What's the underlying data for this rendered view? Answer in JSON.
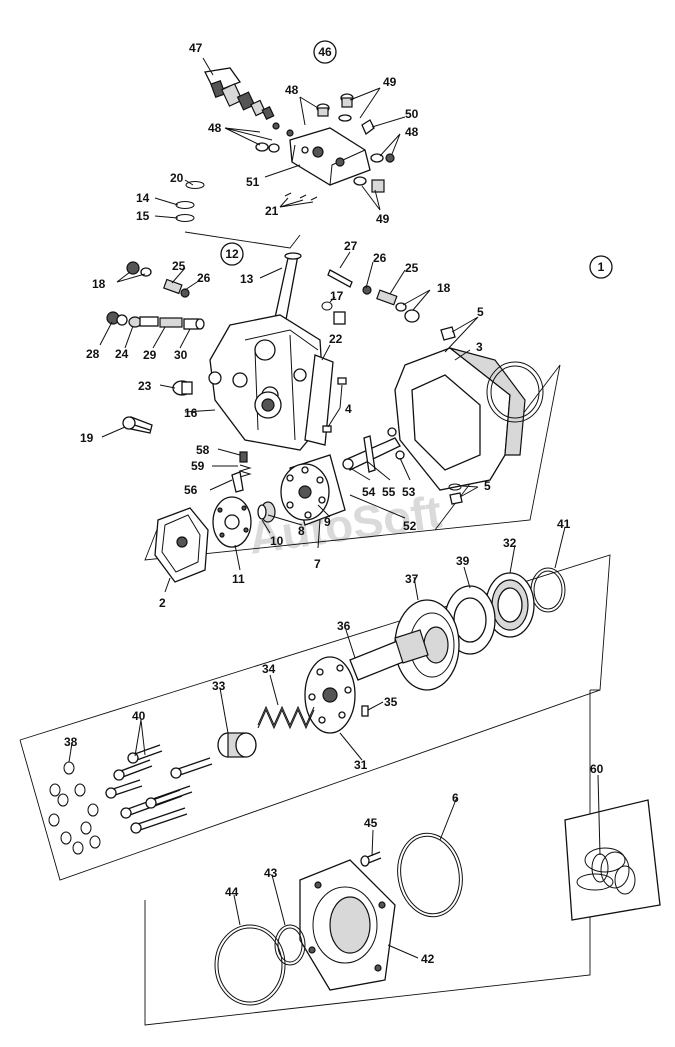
{
  "watermark": "AutoSoft",
  "group_callouts": [
    {
      "id": "46",
      "label": "46"
    },
    {
      "id": "12",
      "label": "12"
    },
    {
      "id": "1",
      "label": "1"
    }
  ],
  "part_labels": [
    {
      "id": "p47",
      "text": "47"
    },
    {
      "id": "p48a",
      "text": "48"
    },
    {
      "id": "p49a",
      "text": "49"
    },
    {
      "id": "p50",
      "text": "50"
    },
    {
      "id": "p48b",
      "text": "48"
    },
    {
      "id": "p48c",
      "text": "48"
    },
    {
      "id": "p51",
      "text": "51"
    },
    {
      "id": "p20",
      "text": "20"
    },
    {
      "id": "p14",
      "text": "14"
    },
    {
      "id": "p15",
      "text": "15"
    },
    {
      "id": "p21",
      "text": "21"
    },
    {
      "id": "p49b",
      "text": "49"
    },
    {
      "id": "p27",
      "text": "27"
    },
    {
      "id": "p25a",
      "text": "25"
    },
    {
      "id": "p26a",
      "text": "26"
    },
    {
      "id": "p26b",
      "text": "26"
    },
    {
      "id": "p25b",
      "text": "25"
    },
    {
      "id": "p18a",
      "text": "18"
    },
    {
      "id": "p13",
      "text": "13"
    },
    {
      "id": "p17",
      "text": "17"
    },
    {
      "id": "p18b",
      "text": "18"
    },
    {
      "id": "p5a",
      "text": "5"
    },
    {
      "id": "p28",
      "text": "28"
    },
    {
      "id": "p24",
      "text": "24"
    },
    {
      "id": "p29",
      "text": "29"
    },
    {
      "id": "p30",
      "text": "30"
    },
    {
      "id": "p22",
      "text": "22"
    },
    {
      "id": "p3",
      "text": "3"
    },
    {
      "id": "p23",
      "text": "23"
    },
    {
      "id": "p4",
      "text": "4"
    },
    {
      "id": "p16",
      "text": "16"
    },
    {
      "id": "p19",
      "text": "19"
    },
    {
      "id": "p58",
      "text": "58"
    },
    {
      "id": "p59",
      "text": "59"
    },
    {
      "id": "p56",
      "text": "56"
    },
    {
      "id": "p54",
      "text": "54"
    },
    {
      "id": "p55",
      "text": "55"
    },
    {
      "id": "p53",
      "text": "53"
    },
    {
      "id": "p5b",
      "text": "5"
    },
    {
      "id": "p9",
      "text": "9"
    },
    {
      "id": "p8",
      "text": "8"
    },
    {
      "id": "p10",
      "text": "10"
    },
    {
      "id": "p52",
      "text": "52"
    },
    {
      "id": "p7",
      "text": "7"
    },
    {
      "id": "p11",
      "text": "11"
    },
    {
      "id": "p2",
      "text": "2"
    },
    {
      "id": "p41",
      "text": "41"
    },
    {
      "id": "p32",
      "text": "32"
    },
    {
      "id": "p39",
      "text": "39"
    },
    {
      "id": "p37",
      "text": "37"
    },
    {
      "id": "p36",
      "text": "36"
    },
    {
      "id": "p34",
      "text": "34"
    },
    {
      "id": "p33",
      "text": "33"
    },
    {
      "id": "p40",
      "text": "40"
    },
    {
      "id": "p35",
      "text": "35"
    },
    {
      "id": "p38",
      "text": "38"
    },
    {
      "id": "p31",
      "text": "31"
    },
    {
      "id": "p60",
      "text": "60"
    },
    {
      "id": "p6",
      "text": "6"
    },
    {
      "id": "p45",
      "text": "45"
    },
    {
      "id": "p43",
      "text": "43"
    },
    {
      "id": "p44",
      "text": "44"
    },
    {
      "id": "p42",
      "text": "42"
    }
  ]
}
